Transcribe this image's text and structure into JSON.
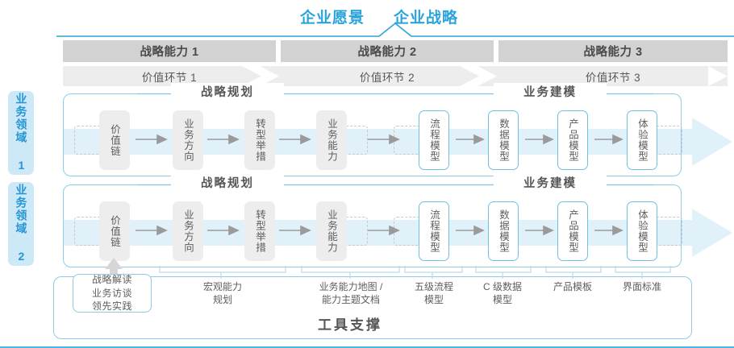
{
  "header": {
    "vision": "企业愿景",
    "strategy": "企业战略"
  },
  "capabilities": [
    {
      "label": "战略能力 1"
    },
    {
      "label": "战略能力 2"
    },
    {
      "label": "战略能力 3"
    }
  ],
  "value_chain": [
    {
      "label": "价值环节 1"
    },
    {
      "label": "价值环节 2"
    },
    {
      "label": "价值环节 3"
    }
  ],
  "domains": [
    {
      "tab": "业务领域 1"
    },
    {
      "tab": "业务领域 2"
    }
  ],
  "sections": {
    "planning": "战略规划",
    "modeling": "业务建模"
  },
  "nodes": {
    "planning": [
      {
        "label": "价值链"
      },
      {
        "label": "业务方向"
      },
      {
        "label": "转型举措"
      },
      {
        "label": "业务能力"
      }
    ],
    "modeling": [
      {
        "label": "流程模型"
      },
      {
        "label": "数据模型"
      },
      {
        "label": "产品模型"
      },
      {
        "label": "体验模型"
      }
    ]
  },
  "tools": {
    "box": "战略解读\n业务访谈\n领先实践",
    "box_lines": [
      "战略解读",
      "业务访谈",
      "领先实践"
    ],
    "items": [
      {
        "line1": "宏观能力",
        "line2": "规划"
      },
      {
        "line1": "业务能力地图 /",
        "line2": "能力主题文档"
      },
      {
        "line1": "五级流程",
        "line2": "模型"
      },
      {
        "line1": "C 级数据",
        "line2": "模型"
      },
      {
        "line1": "产品模板",
        "line2": ""
      },
      {
        "line1": "界面标准",
        "line2": ""
      }
    ],
    "footer_title": "工具支撑"
  },
  "colors": {
    "accent_blue": "#2AA3DC",
    "tab_bg": "#CDE8F7",
    "bar_grey": "#D2D2D2",
    "band_grey": "#EDEDED",
    "border_blue": "#8FCBE8",
    "node_blue_border": "#6EC1E4"
  }
}
